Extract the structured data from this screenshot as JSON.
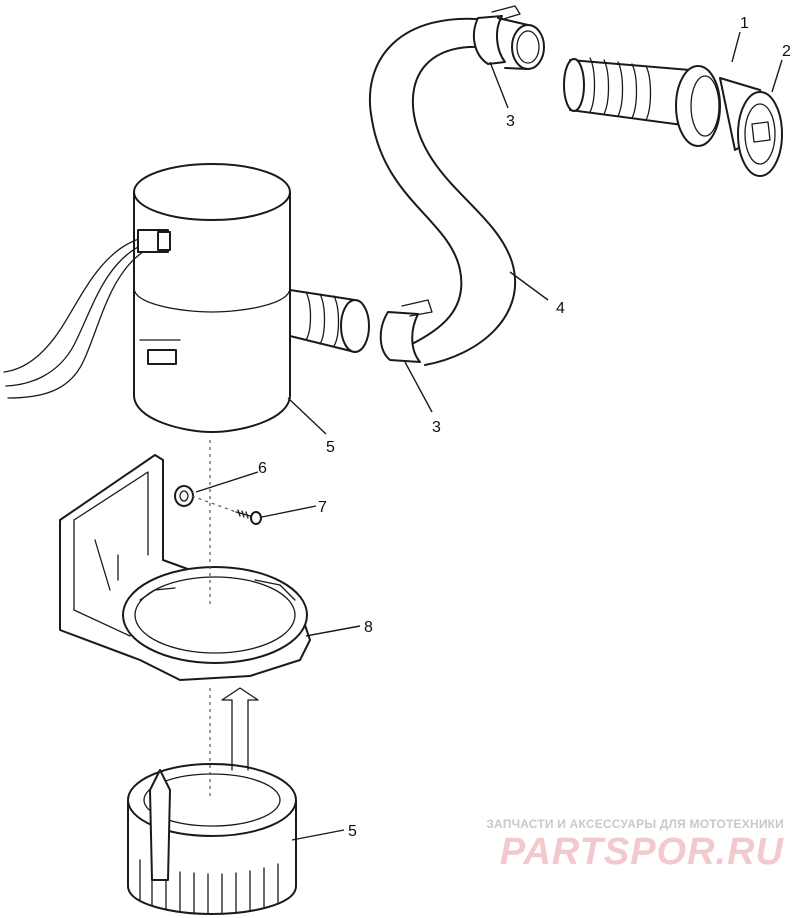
{
  "diagram": {
    "callouts": {
      "c1": "1",
      "c2": "2",
      "c3a": "3",
      "c3b": "3",
      "c4": "4",
      "c5a": "5",
      "c5b": "5",
      "c6": "6",
      "c7": "7",
      "c8": "8"
    }
  },
  "watermark": {
    "caption": "ЗАПЧАСТИ И АКСЕССУАРЫ ДЛЯ МОТОТЕХНИКИ",
    "logo": "PARTSPOR.RU",
    "color": "#f2c9cc"
  }
}
